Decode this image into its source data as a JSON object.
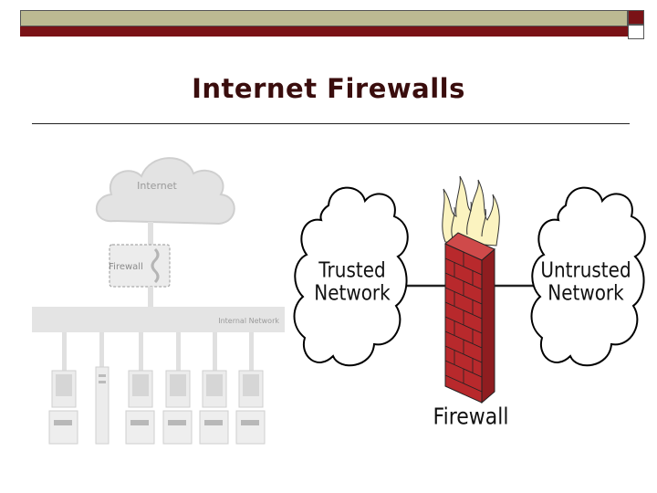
{
  "slide": {
    "title": "Internet Firewalls"
  },
  "left_diagram": {
    "internet_label": "Internet",
    "firewall_label": "Firewall",
    "network_label": "Internal Network"
  },
  "right_diagram": {
    "trusted_line1": "Trusted",
    "trusted_line2": "Network",
    "untrusted_line1": "Untrusted",
    "untrusted_line2": "Network",
    "firewall_label": "Firewall"
  },
  "colors": {
    "title": "#3a0d0d",
    "accent_red": "#7a1216",
    "accent_tan": "#bcba92",
    "brick": "#b8292c"
  }
}
